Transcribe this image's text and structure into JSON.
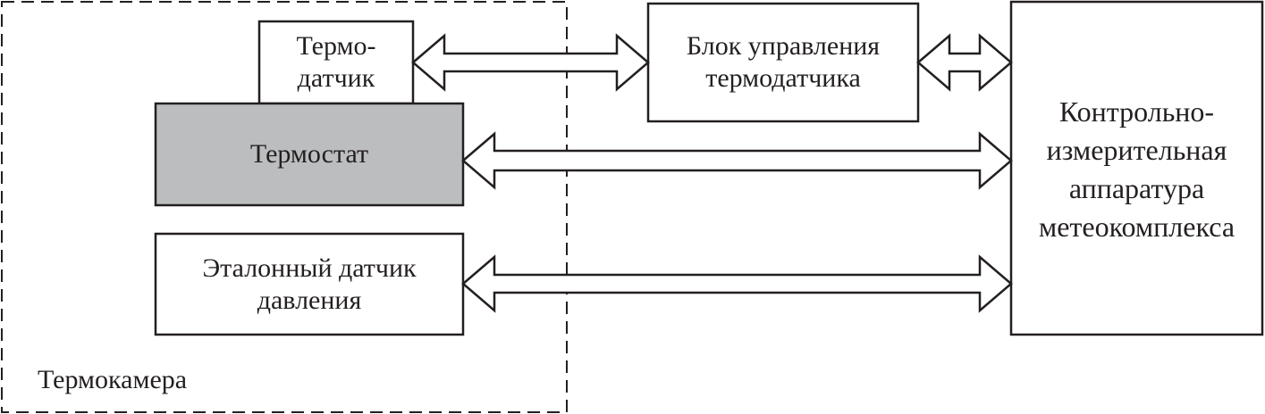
{
  "diagram": {
    "container": {
      "label": "Термокамера",
      "style": "dashed"
    },
    "blocks": {
      "thermosensor": {
        "line1": "Термо-",
        "line2": "датчик"
      },
      "thermostat": {
        "label": "Термостат",
        "fill": "#bcbdbf"
      },
      "reference_sensor": {
        "line1": "Эталонный датчик",
        "line2": "давления"
      },
      "sensor_control": {
        "line1": "Блок управления",
        "line2": "термодатчика"
      },
      "control_equipment": {
        "line1": "Контрольно-",
        "line2": "измерительная",
        "line3": "аппаратура",
        "line4": "метеокомплекса"
      }
    },
    "connections": [
      {
        "from": "thermosensor",
        "to": "sensor_control",
        "type": "bidirectional"
      },
      {
        "from": "sensor_control",
        "to": "control_equipment",
        "type": "bidirectional"
      },
      {
        "from": "thermostat",
        "to": "control_equipment",
        "type": "bidirectional"
      },
      {
        "from": "reference_sensor",
        "to": "control_equipment",
        "type": "bidirectional"
      }
    ],
    "colors": {
      "stroke": "#231f20",
      "gray_fill": "#bcbdbf"
    }
  }
}
